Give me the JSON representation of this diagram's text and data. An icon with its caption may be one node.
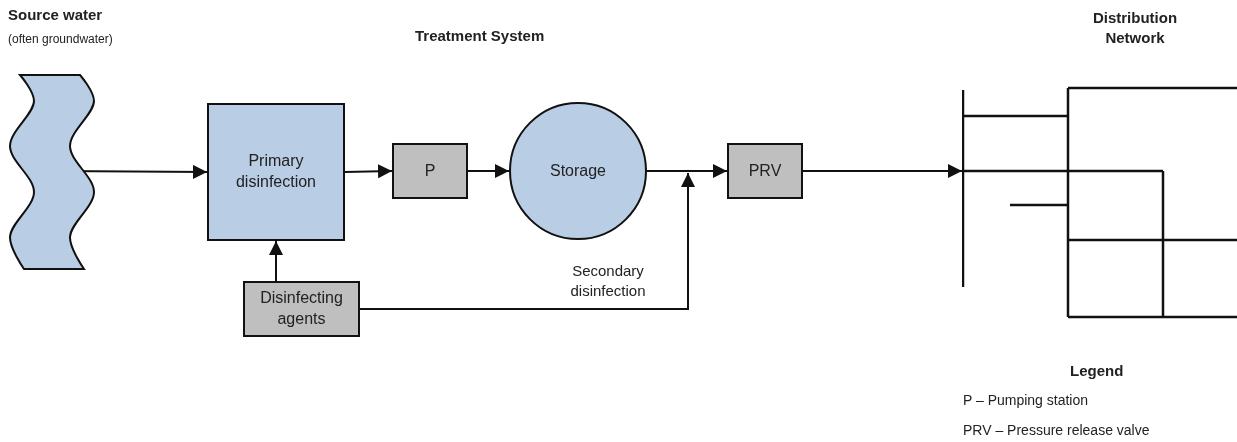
{
  "diagram": {
    "title": "Treatment System",
    "nodes": [
      {
        "text": [
          "Source water",
          "(often groundwater)"
        ]
      },
      {
        "text": [
          "Primary disinfection"
        ]
      },
      {
        "text": [
          "P"
        ]
      },
      {
        "text": [
          "Storage"
        ]
      },
      {
        "text": [
          "PRV"
        ]
      },
      {
        "text": [
          "Distribution Network"
        ]
      },
      {
        "text": [
          "Disinfecting agents"
        ]
      }
    ],
    "edges": [
      {
        "from": 0,
        "to": 1,
        "arrow": "to"
      },
      {
        "from": 1,
        "to": 2,
        "arrow": "to"
      },
      {
        "from": 2,
        "to": 3,
        "arrow": "to"
      },
      {
        "from": 3,
        "to": 4,
        "arrow": "to"
      },
      {
        "from": 6,
        "to": 1,
        "arrow": "to"
      },
      {
        "from": 6,
        "to": 4,
        "arrow": "to",
        "label": "Secondary disinfection"
      },
      {
        "from": 4,
        "to": 5,
        "arrow": "to"
      }
    ],
    "labels": [
      "Legend"
    ],
    "legend": [
      {
        "text": "P – Pumping station"
      },
      {
        "text": "PRV – Pressure release valve"
      }
    ]
  }
}
